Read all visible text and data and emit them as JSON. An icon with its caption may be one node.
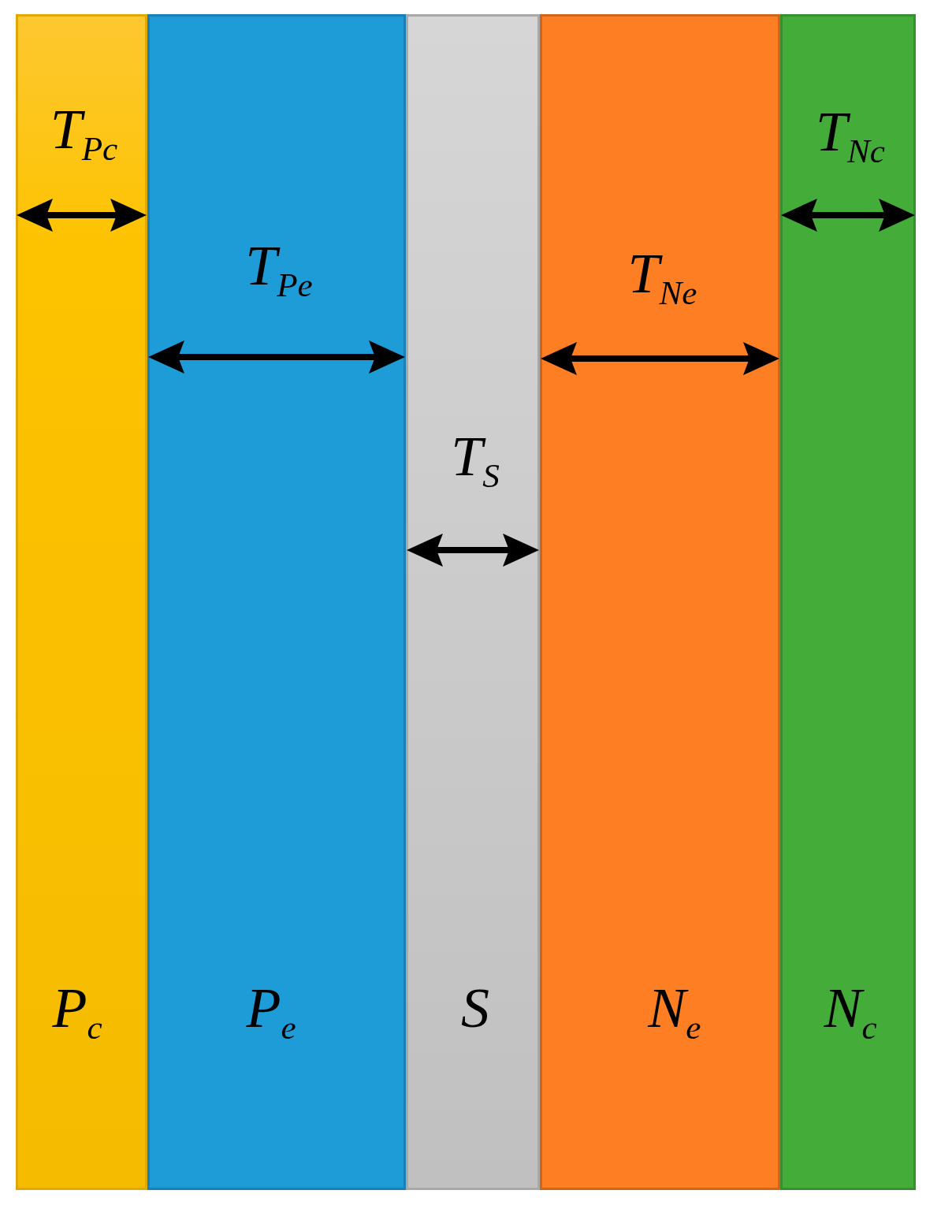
{
  "diagram": {
    "nodes": [
      {
        "text": [
          "T$_{Pc}$",
          "P$_{c}$"
        ]
      },
      {
        "text": [
          "T$_{Pe}$",
          "P$_{e}$"
        ]
      },
      {
        "text": [
          "T$_{S}$",
          "S"
        ]
      },
      {
        "text": [
          "T$_{Ne}$",
          "N$_{e}$"
        ]
      },
      {
        "text": [
          "T$_{Nc}$",
          "N$_{c}$"
        ]
      }
    ],
    "edges": []
  }
}
